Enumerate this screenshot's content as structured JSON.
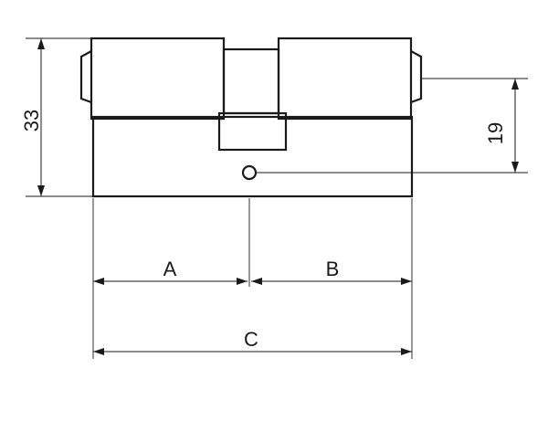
{
  "dimensions": {
    "height_overall": "33",
    "cam_offset": "19",
    "a": "A",
    "b": "B",
    "c": "C"
  }
}
